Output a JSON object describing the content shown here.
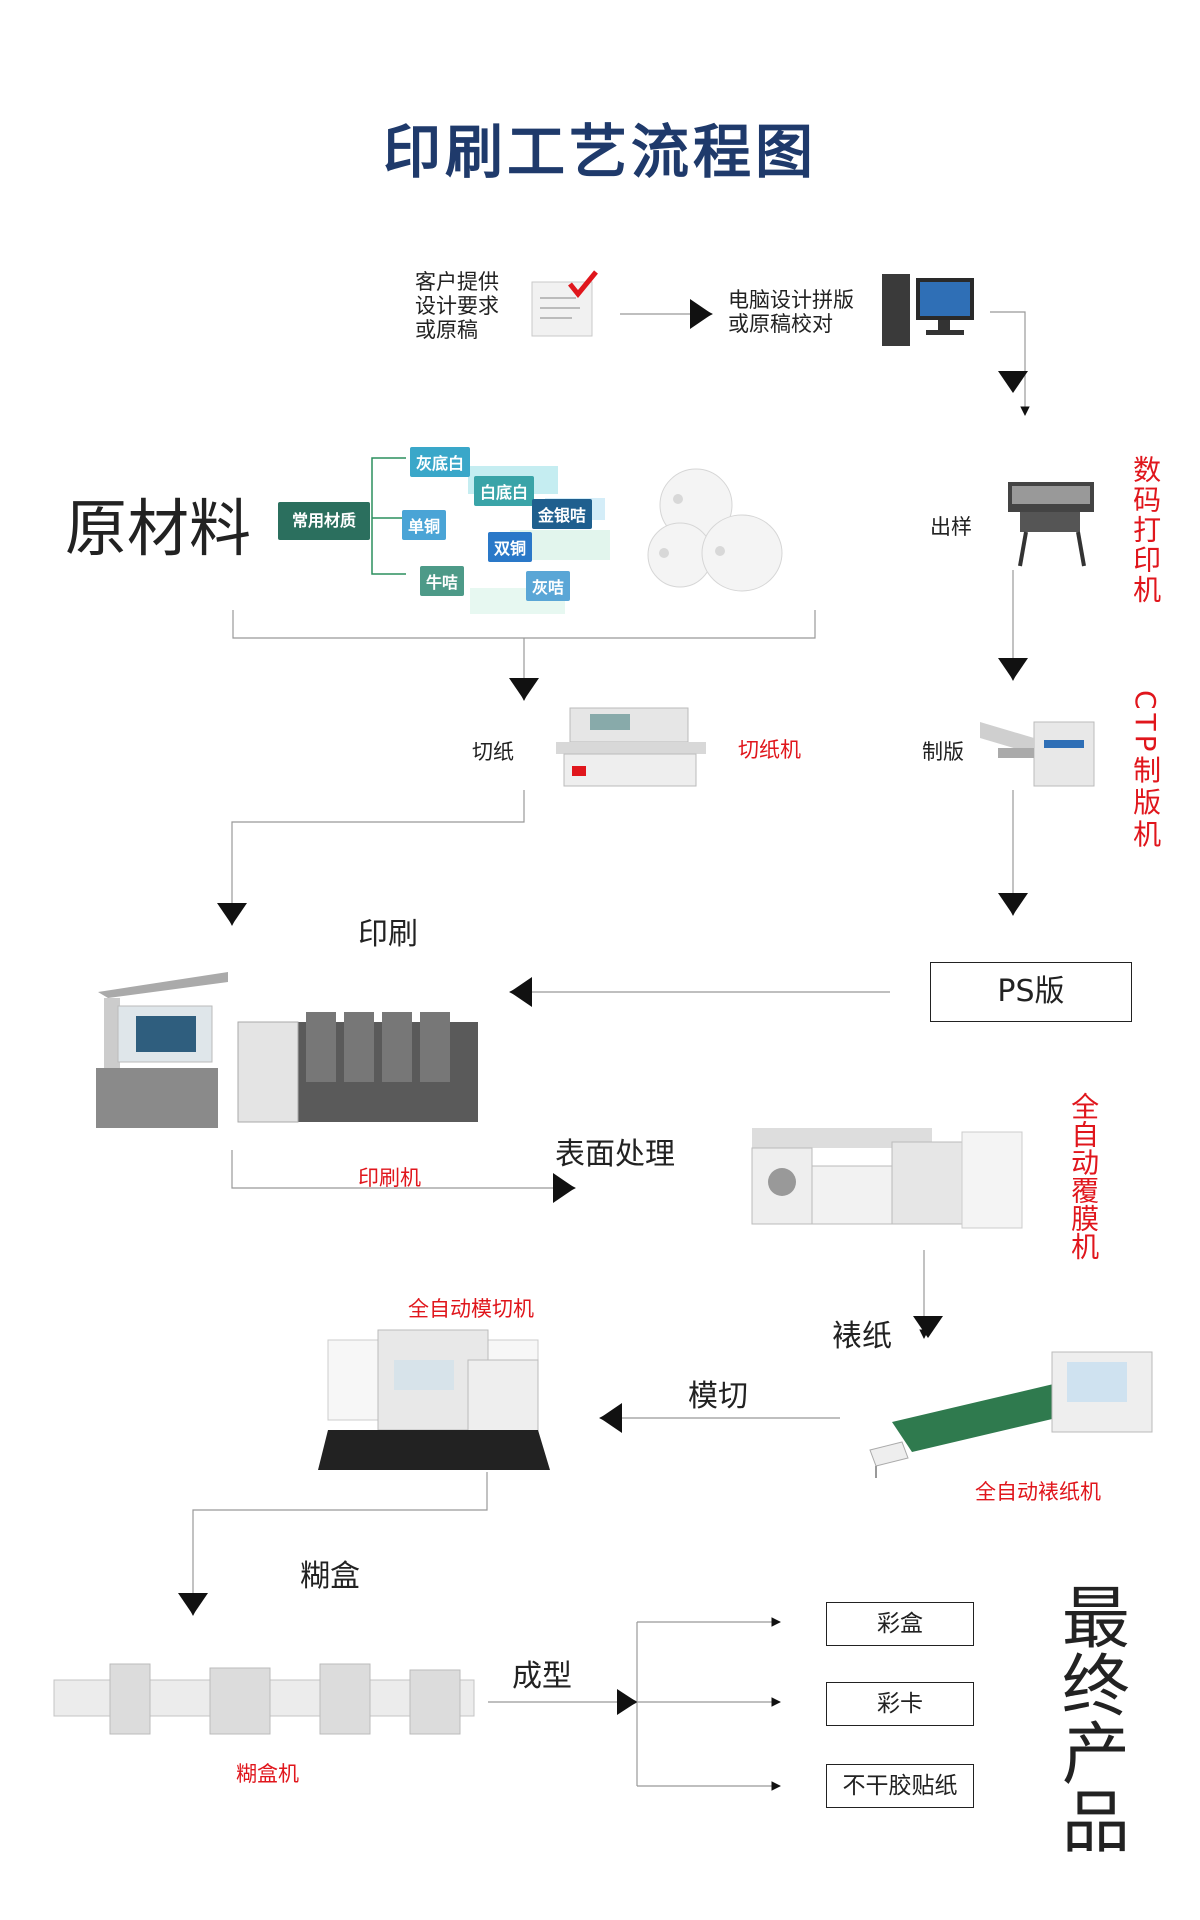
{
  "title": "印刷工艺流程图",
  "steps": {
    "customer": "客户提供\n设计要求\n或原稿",
    "computer": "电脑设计拼版\n或原稿校对",
    "raw_materials": "原材料",
    "proof": "出样",
    "digital_printer": "数码打印机",
    "cut": "切纸",
    "cutter": "切纸机",
    "plate": "制版",
    "ctp": "CTP制版机",
    "print": "印刷",
    "ps_plate": "PS版",
    "press": "印刷机",
    "surface": "表面处理",
    "laminator": "全自动覆膜机",
    "mount": "裱纸",
    "die_cutter": "全自动模切机",
    "die_cut": "模切",
    "mounter": "全自动裱纸机",
    "glue": "糊盒",
    "forming": "成型",
    "gluer": "糊盒机"
  },
  "materials": {
    "root": "常用材质",
    "items": [
      "灰底白",
      "白底白",
      "金银咭",
      "单铜",
      "双铜",
      "牛咭",
      "灰咭"
    ]
  },
  "products": {
    "label": "最终产品",
    "items": [
      "彩盒",
      "彩卡",
      "不干胶贴纸"
    ]
  },
  "colors": {
    "title": "#1f3a6b",
    "accent_red": "#e0161c",
    "material_root": "#2b6f5e"
  }
}
